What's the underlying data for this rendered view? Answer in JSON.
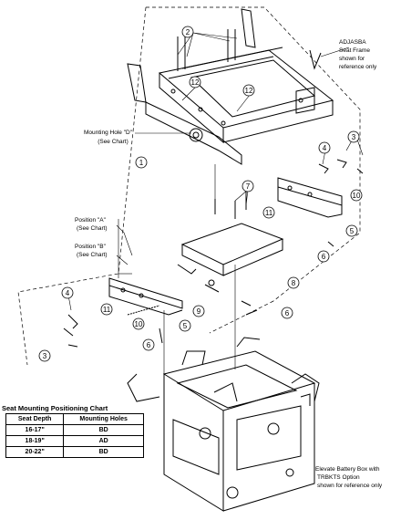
{
  "callouts": {
    "c1": "1",
    "c2": "2",
    "c3a": "3",
    "c3b": "3",
    "c4a": "4",
    "c4b": "4",
    "c5a": "5",
    "c5b": "5",
    "c6a": "6",
    "c6b": "6",
    "c6c": "6",
    "c7": "7",
    "c8": "8",
    "c9": "9",
    "c10a": "10",
    "c10b": "10",
    "c11a": "11",
    "c11b": "11",
    "c12a": "12",
    "c12b": "12"
  },
  "notes": {
    "adjasba_line1": "ADJASBA",
    "adjasba_line2": "Seat Frame",
    "adjasba_line3": "shown for",
    "adjasba_line4": "reference only",
    "hole_d_line1": "Mounting Hole \"D\"",
    "hole_d_line2": "(See Chart)",
    "pos_a_line1": "Position \"A\"",
    "pos_a_line2": "(See Chart)",
    "pos_b_line1": "Position \"B\"",
    "pos_b_line2": "(See Chart)",
    "battery_line1": "Elevate Battery Box with",
    "battery_line2": "TRBKTS Option",
    "battery_line3": "shown for reference only"
  },
  "chart": {
    "title": "Seat Mounting Positioning Chart",
    "headers": [
      "Seat Depth",
      "Mounting Holes"
    ],
    "rows": [
      [
        "16-17\"",
        "BD"
      ],
      [
        "18-19\"",
        "AD"
      ],
      [
        "20-22\"",
        "BD"
      ]
    ]
  }
}
